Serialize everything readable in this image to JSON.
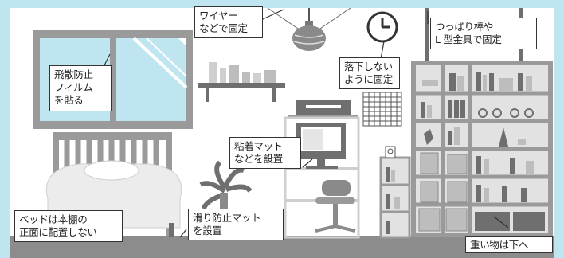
{
  "colors": {
    "frame": "#bfe6f0",
    "wall": "#ffffff",
    "floor": "#8c8c8c",
    "furniture": "#9a9a9a",
    "furniture_dark": "#6f6f6f",
    "furniture_light": "#cfcfcf",
    "window_glass": "#bfe6f0"
  },
  "callouts": {
    "wire": "ワイヤー\nなどで固定",
    "tension": "つっぱり棒や\nL 型金具で固定",
    "film": "飛散防止\nフィルム\nを貼る",
    "clock": "落下しない\nように固定",
    "mat": "粘着マット\nなどを設置",
    "bed": "ベッドは本棚の\n正面に配置しない",
    "antislip": "滑り防止マット\nを設置",
    "heavy": "重い物は下へ"
  },
  "icons": [
    "pendant-lamp-icon",
    "wall-clock-icon",
    "window-icon",
    "bed-icon",
    "bookshelf-icon",
    "desk-icon",
    "monitor-icon",
    "printer-icon",
    "plant-icon",
    "chair-icon"
  ]
}
